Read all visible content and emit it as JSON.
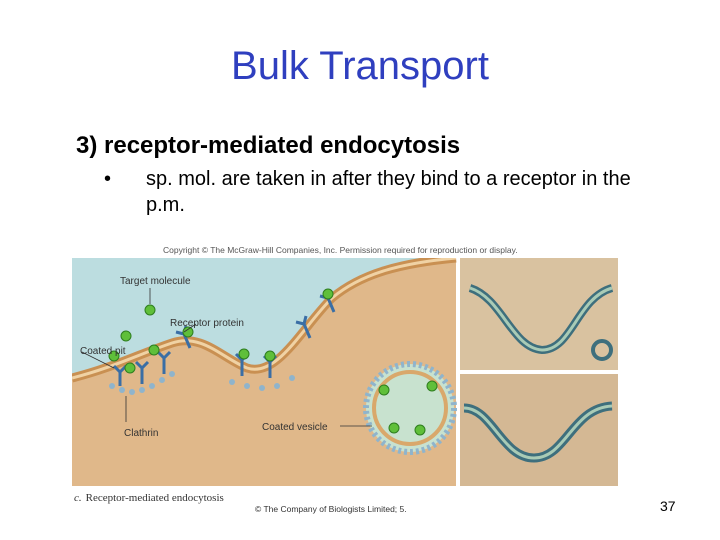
{
  "slide": {
    "title": "Bulk Transport",
    "heading": "3)  receptor-mediated endocytosis",
    "bullet_symbol": "•",
    "bullet_text": "sp. mol. are taken in after they bind to a receptor in the p.m.",
    "page_number": "37"
  },
  "figure": {
    "copyright": "Copyright © The McGraw-Hill Companies, Inc. Permission required for reproduction or display.",
    "labels": {
      "target_molecule": "Target molecule",
      "receptor_protein": "Receptor protein",
      "coated_pit": "Coated pit",
      "coated_vesicle": "Coated vesicle",
      "clathrin": "Clathrin"
    },
    "caption_letter": "c.",
    "caption": "Receptor-mediated endocytosis",
    "credit": "© The Company of Biologists Limited; 5."
  },
  "colors": {
    "title": "#2f3fbf",
    "extracellular": "#bcdde0",
    "cytoplasm": "#e0b88a",
    "membrane": "#d9a86b",
    "clathrin": "#8fb4cc",
    "receptor": "#3a6ea5",
    "molecule": "#5fbf3a"
  }
}
